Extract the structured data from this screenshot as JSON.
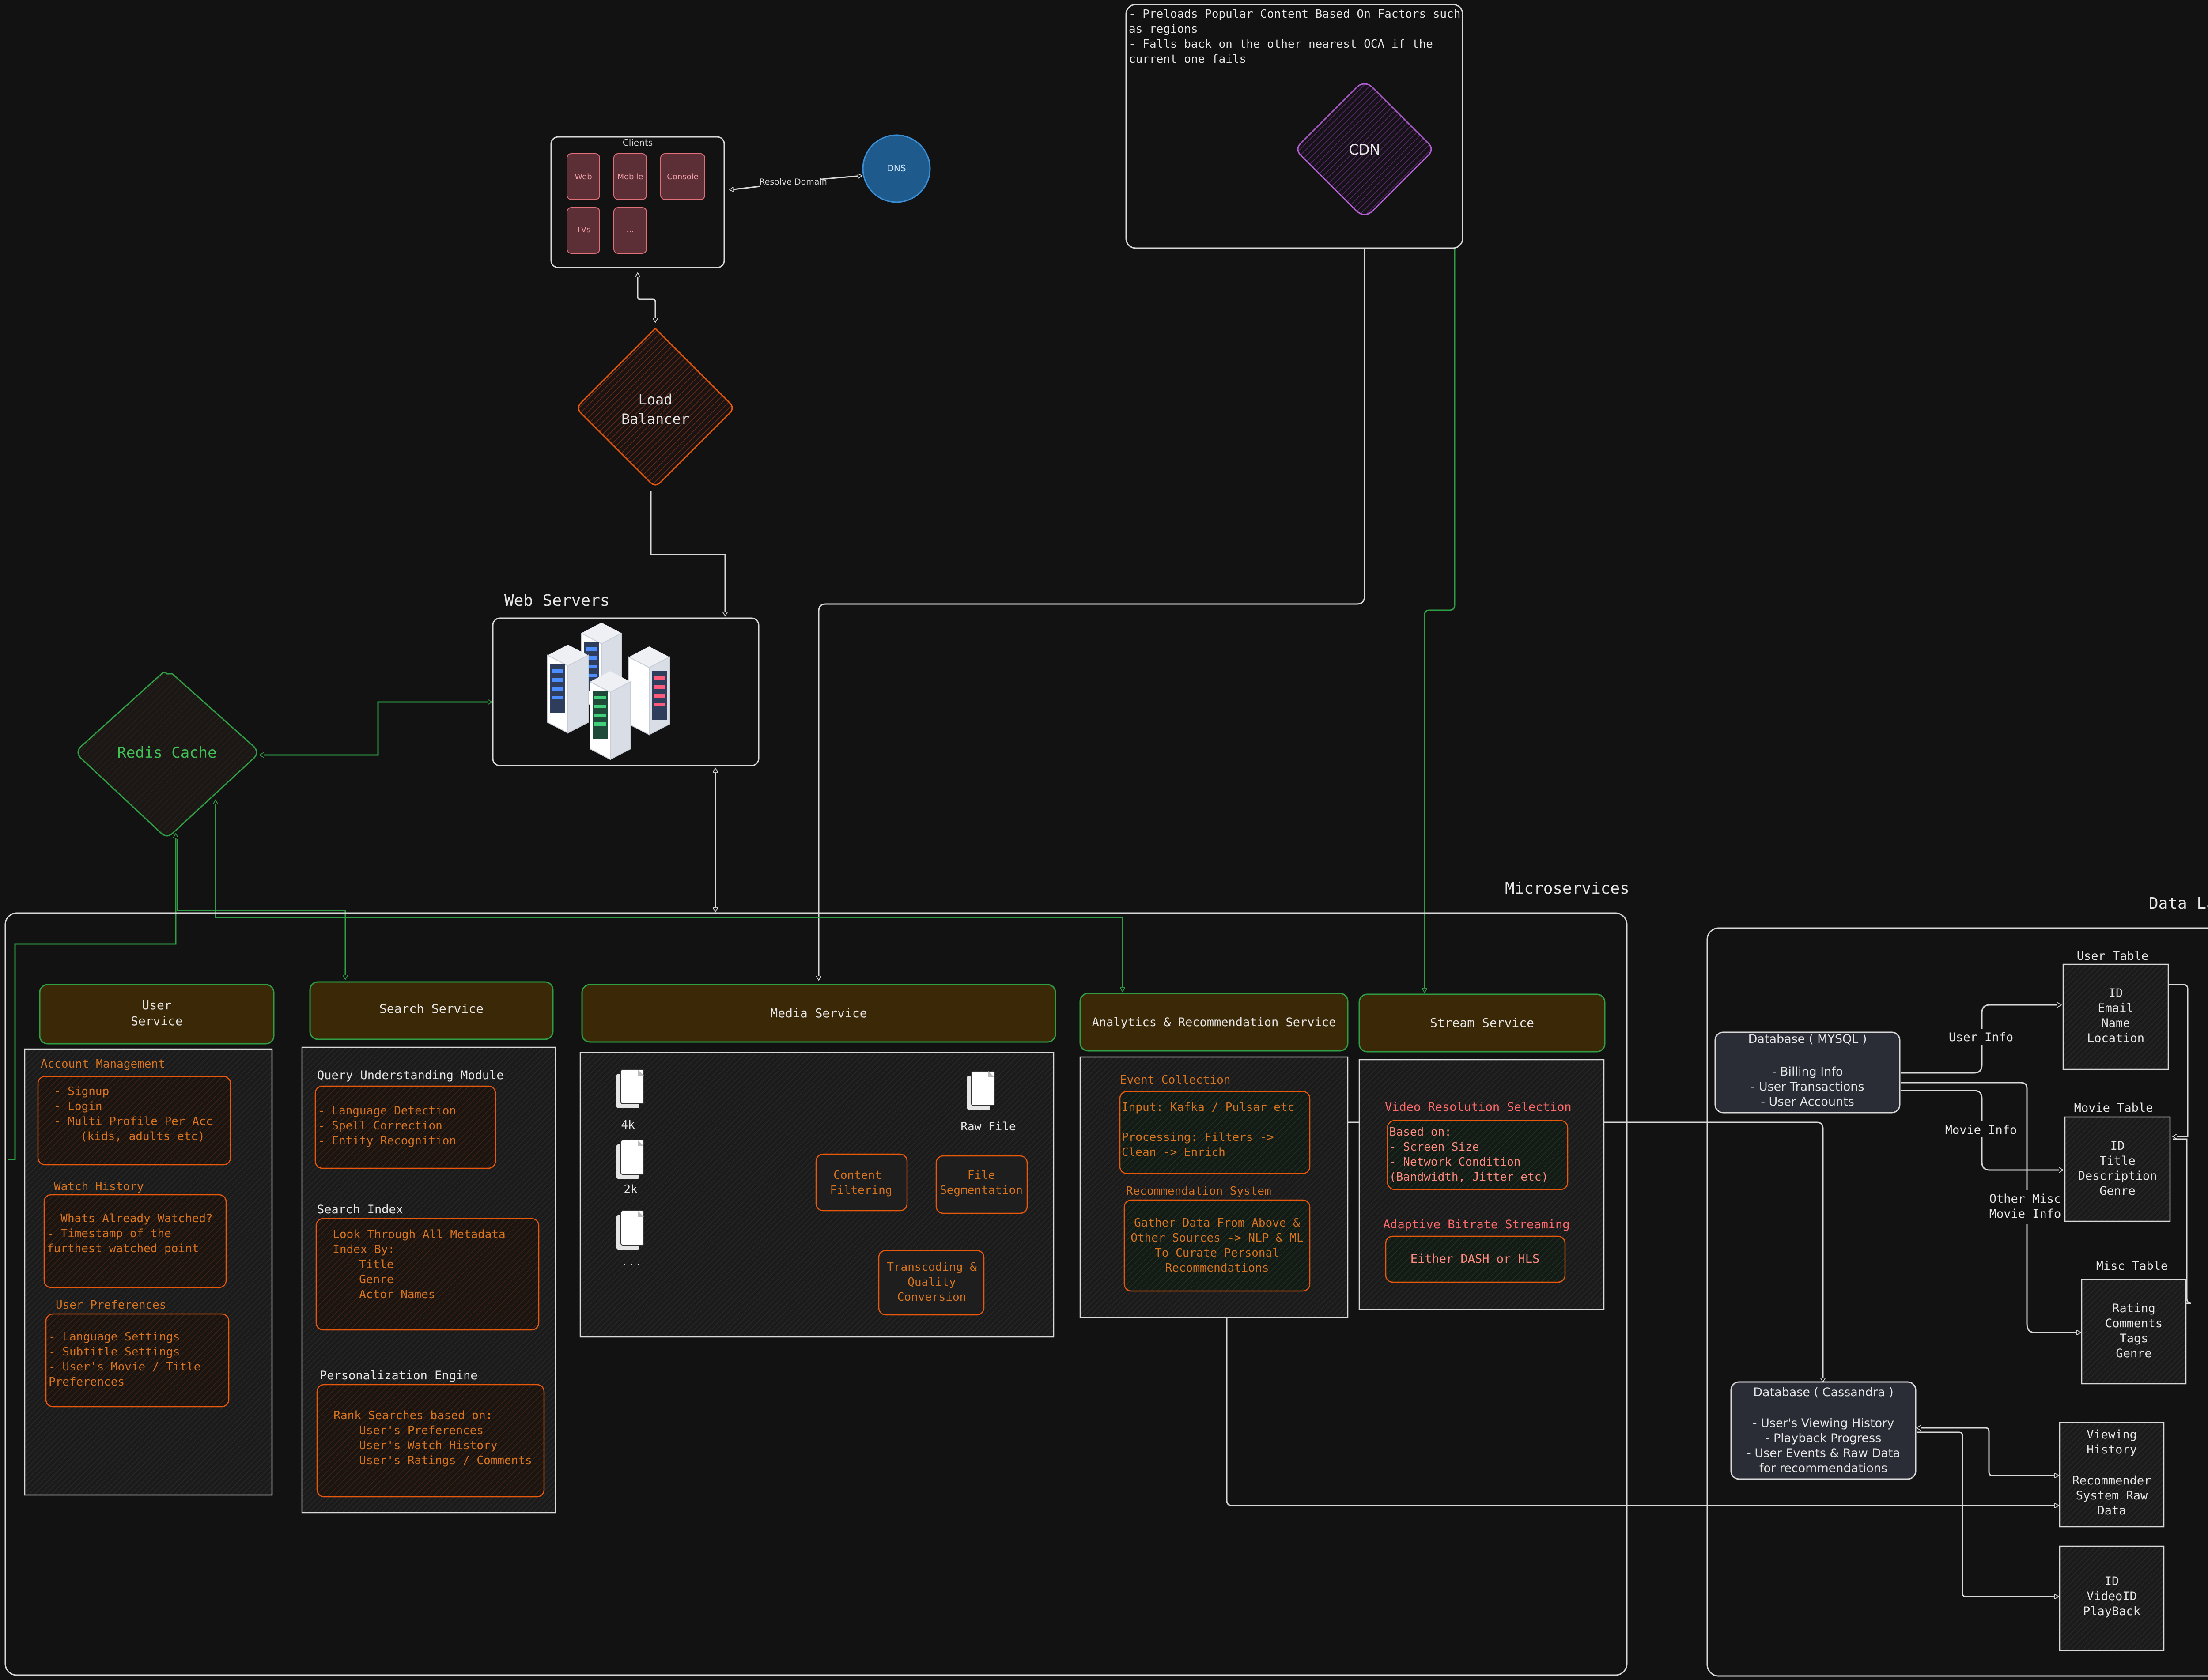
{
  "clients": {
    "title": "Clients",
    "items": [
      "Web",
      "Mobile",
      "Console",
      "TVs",
      "..."
    ],
    "resolve_label": "Resolve Domain"
  },
  "dns": {
    "label": "DNS"
  },
  "load_balancer": {
    "line1": "Load",
    "line2": "Balancer"
  },
  "web_servers": {
    "title": "Web Servers"
  },
  "redis": {
    "label": "Redis Cache"
  },
  "cdn": {
    "label": "CDN",
    "notes": [
      "- Preloads Popular Content Based On Factors such",
      "as regions",
      "- Falls back on the other nearest OCA if the",
      "current one fails"
    ]
  },
  "microservices": {
    "title": "Microservices"
  },
  "user_service": {
    "title_line1": "User",
    "title_line2": "Service",
    "account_title": "Account Management",
    "account_lines": [
      "- Signup",
      "- Login",
      "- Multi Profile Per Acc",
      "(kids, adults etc)"
    ],
    "watch_title": "Watch History",
    "watch_lines": [
      "- Whats Already Watched?",
      "- Timestamp of the",
      "furthest watched point"
    ],
    "prefs_title": "User Preferences",
    "prefs_lines": [
      "- Language Settings",
      "- Subtitle Settings",
      "- User's Movie / Title",
      "Preferences"
    ]
  },
  "search_service": {
    "title": "Search Service",
    "query_title": "Query Understanding Module",
    "query_lines": [
      "- Language Detection",
      "- Spell Correction",
      "- Entity Recognition"
    ],
    "index_title": "Search Index",
    "index_lines": [
      "- Look Through All Metadata",
      "- Index By:",
      "- Title",
      "- Genre",
      "- Actor Names"
    ],
    "personal_title": "Personalization Engine",
    "personal_lines": [
      "- Rank Searches based on:",
      "- User's Preferences",
      "- User's Watch History",
      "- User's Ratings / Comments"
    ]
  },
  "media_service": {
    "title": "Media Service",
    "file_labels": [
      "4k",
      "2k",
      "..."
    ],
    "raw_file": "Raw File",
    "content_filtering": [
      "Content",
      "Filtering"
    ],
    "file_segmentation": [
      "File",
      "Segmentation"
    ],
    "transcoding": [
      "Transcoding &",
      "Quality",
      "Conversion"
    ]
  },
  "analytics_service": {
    "title": "Analytics & Recommendation Service",
    "event_title": "Event Collection",
    "event_lines": [
      "Input: Kafka / Pulsar etc",
      "",
      "Processing: Filters ->",
      "Clean -> Enrich"
    ],
    "rec_title": "Recommendation System",
    "rec_lines": [
      "Gather Data From Above &",
      "Other Sources -> NLP & ML",
      "To Curate Personal",
      "Recommendations"
    ]
  },
  "stream_service": {
    "title": "Stream Service",
    "res_title": "Video Resolution Selection",
    "res_lines": [
      "Based on:",
      "- Screen Size",
      "- Network Condition",
      "(Bandwidth, Jitter etc)"
    ],
    "abr_title": "Adaptive Bitrate Streaming",
    "abr_text": "Either DASH or HLS"
  },
  "data_layer": {
    "title": "Data Layer",
    "mysql_lines": [
      "Database ( MYSQL )",
      "",
      "- Billing Info",
      "- User Transactions",
      "- User Accounts"
    ],
    "cassandra_lines": [
      "Database ( Cassandra )",
      "",
      "- User's Viewing History",
      "- Playback Progress",
      "- User Events & Raw Data",
      "for recommendations"
    ],
    "user_info": "User Info",
    "movie_info": "Movie Info",
    "other_misc": [
      "Other Misc",
      "Movie Info"
    ],
    "user_table_title": "User Table",
    "user_table": [
      "ID",
      "Email",
      "Name",
      "Location"
    ],
    "movie_table_title": "Movie Table",
    "movie_table": [
      "ID",
      "Title",
      "Description",
      "Genre"
    ],
    "misc_table_title": "Misc Table",
    "misc_table": [
      "Rating",
      "Comments",
      "Tags",
      "Genre"
    ],
    "viewing_table": [
      "Viewing",
      "History",
      "",
      "Recommender",
      "System Raw",
      "Data"
    ],
    "playback_table": [
      "ID",
      "VideoID",
      "PlayBack"
    ]
  },
  "colors": {
    "background": "#121212",
    "line": "#d9d9d9",
    "green": "#2f9e44",
    "orange": "#e8590c",
    "orange_text": "#d9751f",
    "service_fill": "#3a2807",
    "red_text": "#ff6b6b",
    "client_fill": "#5c2e35",
    "dns_fill": "#1f5a8c",
    "cdn_stroke": "#b15fd0"
  }
}
